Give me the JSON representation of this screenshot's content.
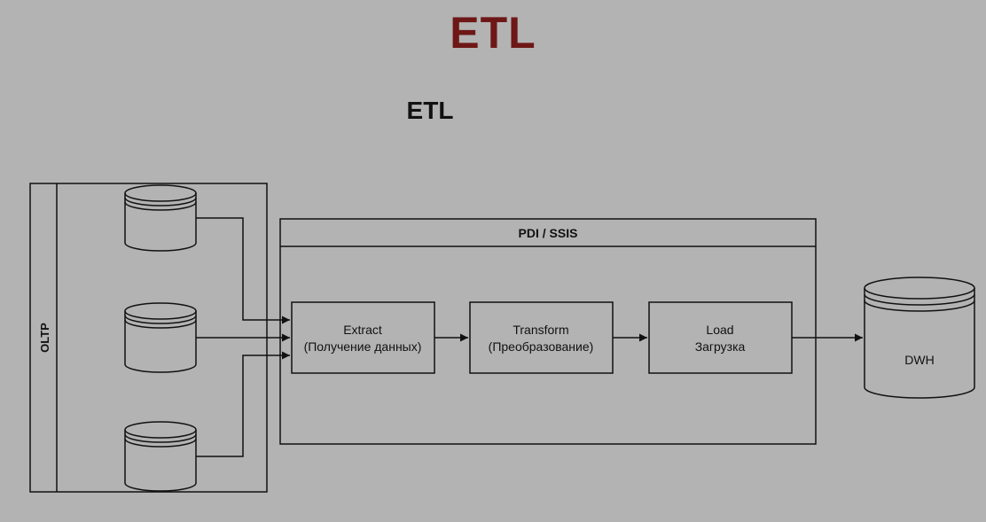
{
  "slide_title": "ETL",
  "diagram": {
    "title": "ETL",
    "source_pool_label": "OLTP",
    "tool_pool_label": "PDI / SSIS",
    "steps": [
      {
        "line1": "Extract",
        "line2": "(Получение данных)"
      },
      {
        "line1": "Transform",
        "line2": "(Преобразование)"
      },
      {
        "line1": "Load",
        "line2": "Загрузка"
      }
    ],
    "target_label": "DWH"
  },
  "colors": {
    "background": "#b3b3b3",
    "slide_title": "#6e1717",
    "stroke": "#111111"
  }
}
